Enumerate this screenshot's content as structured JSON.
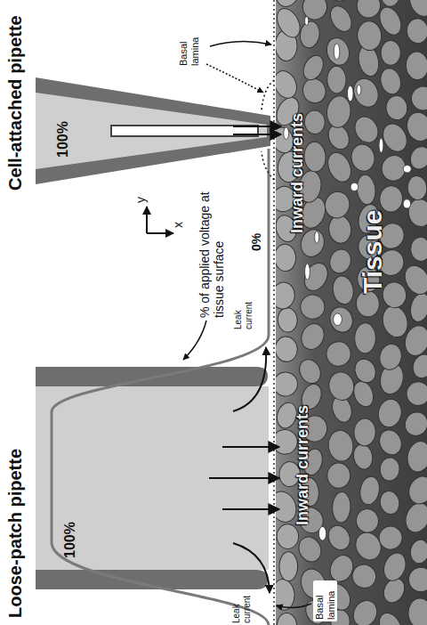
{
  "diagram": {
    "nodes": [
      {
        "text": [
          "Loose-patch pipette",
          "100%"
        ]
      },
      {
        "text": [
          "Cell-attached pipette",
          "100%"
        ]
      },
      {
        "text": [
          "Tissue",
          "Inward currents",
          "Inward currents"
        ]
      }
    ],
    "labels": [
      "% of applied voltage at tissue surface",
      "0%",
      "y",
      "x",
      "Leak current",
      "Leak current",
      "Basal lamina",
      "Basal lamina"
    ]
  }
}
